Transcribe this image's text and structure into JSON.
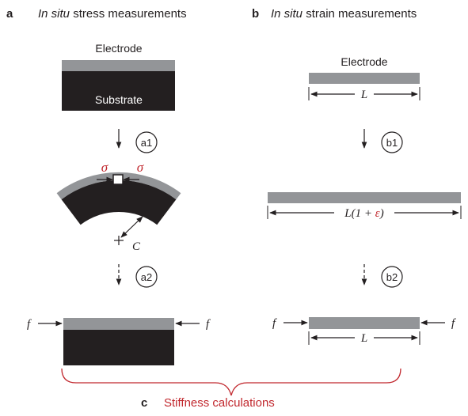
{
  "panels": {
    "a": {
      "letter": "a",
      "title_italic": "In situ",
      "title_rest": " stress measurements",
      "electrode_label": "Electrode",
      "substrate_label": "Substrate",
      "step1": "a1",
      "step2": "a2",
      "stress_symbol": "σ",
      "center_label": "C",
      "force_label": "f"
    },
    "b": {
      "letter": "b",
      "title_italic": "In situ",
      "title_rest": " strain measurements",
      "electrode_label": "Electrode",
      "length_label": "L",
      "strained_length_prefix": "L(1 + ",
      "strained_length_eps": "ε",
      "strained_length_suffix": ")",
      "step1": "b1",
      "step2": "b2",
      "force_label": "f"
    },
    "c": {
      "letter": "c",
      "title": "Stiffness calculations"
    }
  },
  "colors": {
    "substrate": "#231f20",
    "electrode": "#939598",
    "accent": "#c1272d",
    "line": "#231f20"
  }
}
